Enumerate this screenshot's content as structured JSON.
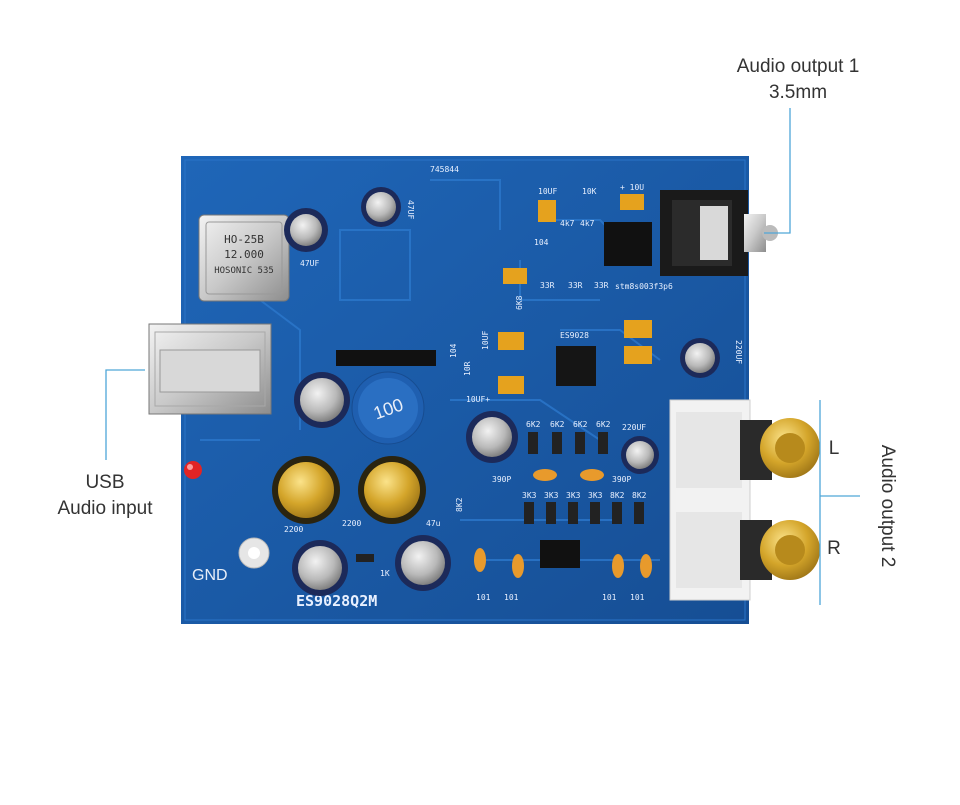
{
  "callouts": {
    "audio_output_1": {
      "line1": "Audio output 1",
      "line2": "3.5mm"
    },
    "usb": {
      "line1": "USB",
      "line2": "Audio input"
    },
    "audio_output_2": "Audio output 2",
    "channel_left": "L",
    "channel_right": "R"
  },
  "board": {
    "gnd_label": "GND",
    "model_label": "ES9028Q2M",
    "serial_label": "745844",
    "chip_label": "ES9028",
    "mcu_label": "stm8s003f3p6",
    "oscillator": {
      "line1": "HO-25B",
      "line2": "12.000",
      "line3": "HOSONIC 535"
    },
    "inductor_value": "100",
    "silkscreen": {
      "c_10uf": "10UF",
      "r_10k": "10K",
      "c_10u": "+ 10U",
      "r_4k7a": "4k7",
      "r_4k7b": "4k7",
      "r_104": "104",
      "r_33r1": "33R",
      "r_33r2": "33R",
      "r_33r3": "33R",
      "r_6k8": "6K8",
      "c_47uf_top": "47UF",
      "c_47uf_side": "47UF",
      "c_220uf_right": "220UF",
      "c_220uf_mid": "220UF",
      "r_6k2_1": "6K2",
      "r_6k2_2": "6K2",
      "r_6k2_3": "6K2",
      "r_6k2_4": "6K2",
      "c_390p_left": "390P",
      "c_390p_right": "390P",
      "r_3k3_1": "3K3",
      "r_3k3_2": "3K3",
      "r_3k3_3": "3K3",
      "r_3k3_4": "3K3",
      "r_8k2_1": "8K2",
      "r_8k2_2": "8K2",
      "r_8k2_3": "8K2",
      "c_101_1": "101",
      "c_101_2": "101",
      "c_101_3": "101",
      "c_101_4": "101",
      "c_220_bl": "2200",
      "c_220_bm": "2200",
      "c_47u": "47u",
      "r_1k": "1K",
      "c_10uf_mid": "10UF+",
      "r_104_mid": "104",
      "r_10r": "10R",
      "c_10uf_v": "10UF"
    }
  },
  "colors": {
    "pcb": "#1a5aa6",
    "pcb_dark": "#134a8c",
    "annotation": "#4fa6d8",
    "gold": "#d4a52a"
  }
}
